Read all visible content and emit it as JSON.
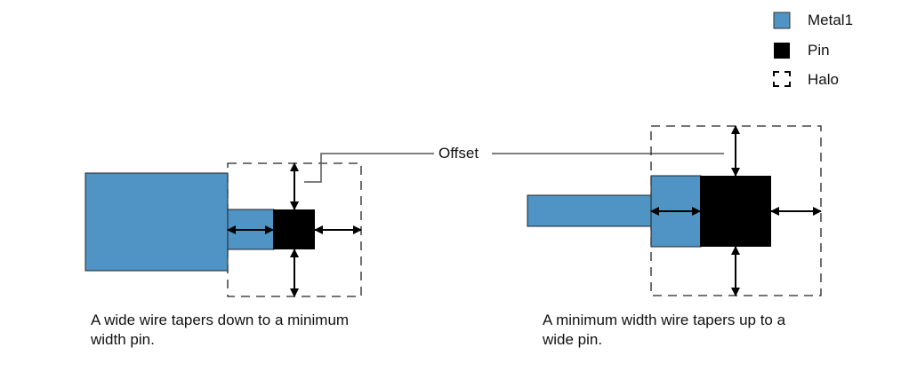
{
  "colors": {
    "metal1": "#4f94c4",
    "pin": "#000000",
    "halo": "#222222",
    "leader": "#555555",
    "arrow": "#000000"
  },
  "legend": {
    "items": [
      {
        "label": "Metal1",
        "icon": "metal1-swatch"
      },
      {
        "label": "Pin",
        "icon": "pin-swatch"
      },
      {
        "label": "Halo",
        "icon": "halo-swatch"
      }
    ]
  },
  "annotations": {
    "offset_label": "Offset"
  },
  "captions": {
    "left": "A wide wire tapers down to a minimum width pin.",
    "right": "A minimum width wire tapers up to a wide pin."
  },
  "diagrams": [
    {
      "name": "wide-wire-to-min-pin",
      "elements": [
        "wide metal1 wire",
        "minimum width metal1 taper",
        "minimum width pin",
        "halo",
        "offset arrows (top, bottom, right, taper)"
      ]
    },
    {
      "name": "min-wire-to-wide-pin",
      "elements": [
        "minimum width metal1 wire",
        "wide metal1 taper",
        "wide pin",
        "halo",
        "offset arrows (top, bottom, right, taper)"
      ]
    }
  ]
}
